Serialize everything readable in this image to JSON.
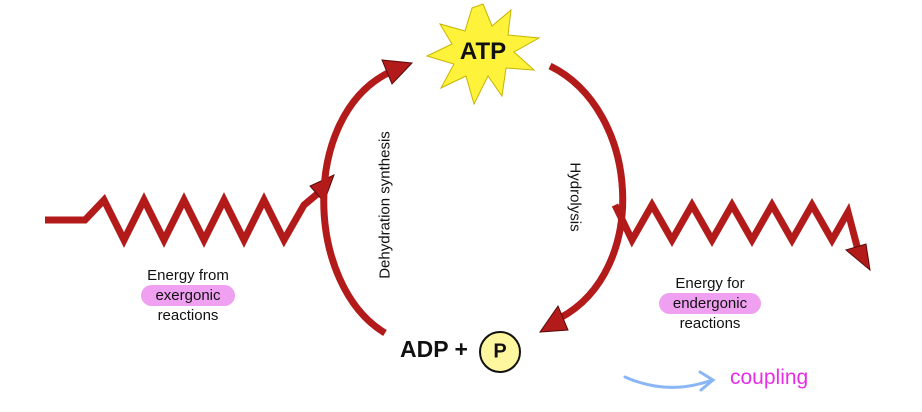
{
  "colors": {
    "arrow": "#b31b1b",
    "arrow_stroke": "#5a0a0a",
    "starburst": "#fff23a",
    "starburst_stroke": "#c8b400",
    "phosphate_fill": "#fff7a0",
    "highlight": "#f0a0f0",
    "coupling_text": "#e62ee6",
    "coupling_arrow": "#8ab6f5"
  },
  "nodes": {
    "atp": "ATP",
    "adp_prefix": "ADP +",
    "phosphate": "P"
  },
  "arrows": {
    "left_arc": "Dehydration synthesis",
    "right_arc": "Hydrolysis"
  },
  "inputs": {
    "line1": "Energy from",
    "highlighted": "exergonic",
    "line3": "reactions"
  },
  "outputs": {
    "line1": "Energy for",
    "highlighted": "endergonic",
    "line3": "reactions"
  },
  "annotation": {
    "text": "coupling"
  }
}
